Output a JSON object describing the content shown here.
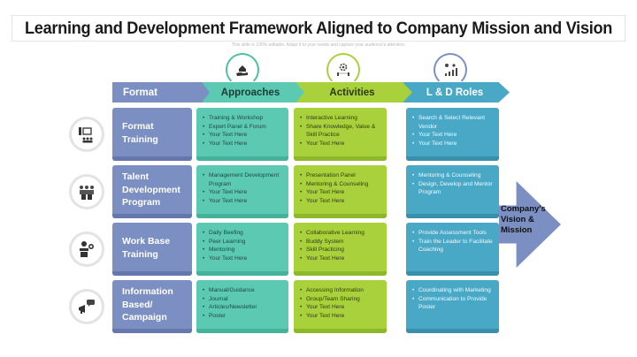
{
  "header": {
    "title": "Learning and Development Framework Aligned to Company Mission and Vision",
    "subtitle": "This slide is 100% editable. Adapt it to your needs and capture your audience's attention."
  },
  "columns": [
    {
      "label": "Format",
      "color": "#7b8fc2",
      "icon": null
    },
    {
      "label": "Approaches",
      "color": "#5cc9b3",
      "icon": "hand-with-house-icon"
    },
    {
      "label": "Activities",
      "color": "#a9d13c",
      "icon": "gear-team-icon"
    },
    {
      "label": "L & D Roles",
      "color": "#48a8c6",
      "icon": "growth-chart-icon"
    }
  ],
  "rows": [
    {
      "format": [
        "Format",
        "Training"
      ],
      "icon": "presentation-training-icon",
      "approaches": [
        "Training & Workshop",
        "Expert Panel & Forum",
        "Your Text Here",
        "Your Text Here"
      ],
      "activities": [
        "Interactive Learning",
        "Share Knowledge, Value & Skill Practice",
        "Your Text Here"
      ],
      "roles": [
        "Search & Select Relevant Vendor",
        "Your Text Here",
        "Your Text Here"
      ]
    },
    {
      "format": [
        "Talent",
        "Development",
        "Program"
      ],
      "icon": "team-meeting-icon",
      "approaches": [
        "Management Development Program",
        "Your Text Here",
        "Your Text Here"
      ],
      "activities": [
        "Presentation Panel",
        "Mentoring & Counseling",
        "Your Text Here",
        "Your Text Here"
      ],
      "roles": [
        "Mentoring & Counseling",
        "Design, Develop and Mentor Program"
      ]
    },
    {
      "format": [
        "Work Base",
        "Training"
      ],
      "icon": "worker-clock-icon",
      "approaches": [
        "Daily Beefing",
        "Peer Learning",
        "Mentoring",
        "Your Text Here"
      ],
      "activities": [
        "Collaborative Learning",
        "Buddy System",
        "Skill Practicing",
        "Your Text Here"
      ],
      "roles": [
        "Provide Assessment Tools",
        "Train the Leader to Facilitate Coaching"
      ]
    },
    {
      "format": [
        "Information",
        "Based/",
        "Campaign"
      ],
      "icon": "megaphone-chat-icon",
      "approaches": [
        "Manual/Guidance",
        "Journal",
        "Articles/Newsletter",
        "Poster"
      ],
      "activities": [
        "Accessing Information",
        "Group/Team Sharing",
        "Your Text Here",
        "Your Text Here"
      ],
      "roles": [
        "Coordinating with Marketing",
        "Communication to Provide Poster"
      ]
    }
  ],
  "outcome": {
    "lines": [
      "Company's",
      "Vision &",
      "Mission"
    ],
    "color": "#7b8fc2"
  }
}
